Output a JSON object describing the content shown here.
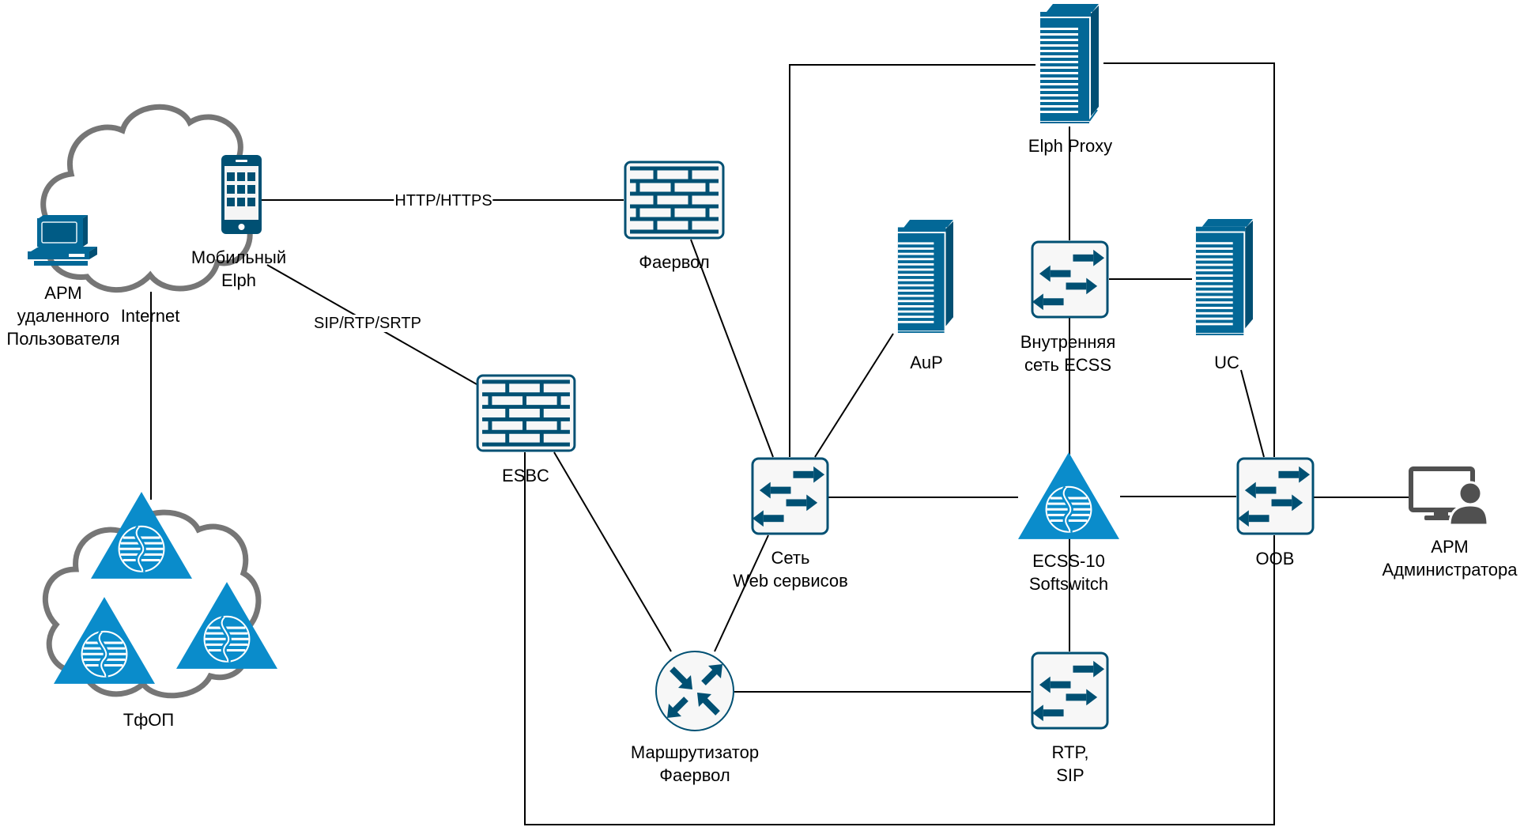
{
  "diagram": {
    "colors": {
      "device_dark": "#005073",
      "device_blue": "#036897",
      "softswitch_blue": "#0A8CCB",
      "switch_fill": "#F7F7F7",
      "cloud_stroke": "#767676",
      "admin_gray": "#505050",
      "line": "#000000"
    },
    "nodes": {
      "remote_pc": {
        "label": "АРМ\nудаленного\nПользователя",
        "icon": "workstation-icon"
      },
      "internet": {
        "label": "Internet",
        "icon": "cloud-icon"
      },
      "mobile": {
        "label": "Мобильный\nElph",
        "icon": "smartphone-icon"
      },
      "pstn": {
        "label": "ТфОП",
        "icon": "cloud-icon"
      },
      "firewall": {
        "label": "Фаервол",
        "icon": "firewall-icon"
      },
      "esbc": {
        "label": "ESBC",
        "icon": "firewall-icon"
      },
      "web_switch": {
        "label": "Сеть\nWeb сервисов",
        "icon": "switch-icon"
      },
      "elph_proxy": {
        "label": "Elph Proxy",
        "icon": "server-icon"
      },
      "aup": {
        "label": "AuP",
        "icon": "server-icon"
      },
      "internal_switch": {
        "label": "Внутренняя\nсеть ECSS",
        "icon": "switch-icon"
      },
      "uc": {
        "label": "UC",
        "icon": "server-icon"
      },
      "ecss": {
        "label": "ECSS-10\nSoftswitch",
        "icon": "softswitch-icon"
      },
      "oob": {
        "label": "OOB",
        "icon": "switch-icon"
      },
      "admin": {
        "label": "АРМ\nАдминистратора",
        "icon": "admin-workstation-icon"
      },
      "router": {
        "label": "Маршрутизатор\nФаервол",
        "icon": "router-icon"
      },
      "rtp_switch": {
        "label": "RTP,\nSIP",
        "icon": "switch-icon"
      }
    },
    "edges": [
      {
        "from": "mobile",
        "to": "firewall",
        "label": "HTTP/HTTPS"
      },
      {
        "from": "mobile",
        "to": "esbc",
        "label": "SIP/RTP/SRTP"
      },
      {
        "from": "internet",
        "to": "pstn",
        "label": ""
      },
      {
        "from": "firewall",
        "to": "web_switch",
        "label": ""
      },
      {
        "from": "aup",
        "to": "web_switch",
        "label": ""
      },
      {
        "from": "web_switch",
        "to": "elph_proxy",
        "label": ""
      },
      {
        "from": "elph_proxy",
        "to": "oob",
        "label": ""
      },
      {
        "from": "elph_proxy",
        "to": "internal_switch",
        "label": ""
      },
      {
        "from": "internal_switch",
        "to": "uc",
        "label": ""
      },
      {
        "from": "internal_switch",
        "to": "ecss",
        "label": ""
      },
      {
        "from": "uc",
        "to": "oob",
        "label": ""
      },
      {
        "from": "web_switch",
        "to": "ecss",
        "label": ""
      },
      {
        "from": "ecss",
        "to": "oob",
        "label": ""
      },
      {
        "from": "oob",
        "to": "admin",
        "label": ""
      },
      {
        "from": "esbc",
        "to": "router",
        "label": ""
      },
      {
        "from": "web_switch",
        "to": "router",
        "label": ""
      },
      {
        "from": "router",
        "to": "rtp_switch",
        "label": ""
      },
      {
        "from": "ecss",
        "to": "rtp_switch",
        "label": ""
      },
      {
        "from": "esbc",
        "to": "oob",
        "label": ""
      }
    ]
  }
}
